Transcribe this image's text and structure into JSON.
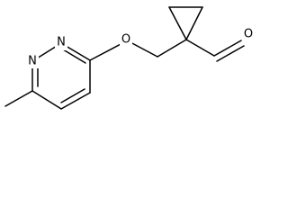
{
  "atoms": {
    "n1": "N",
    "n2": "N",
    "o_ether": "O",
    "o_aldehyde": "O"
  },
  "colors": {
    "bond": "#000000",
    "background": "#ffffff"
  }
}
